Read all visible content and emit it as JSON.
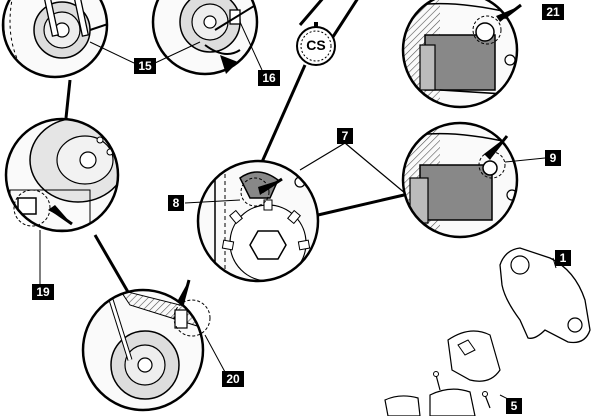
{
  "callouts": {
    "c1": "1",
    "c5": "5",
    "c7": "7",
    "c8": "8",
    "c9": "9",
    "c15": "15",
    "c16": "16",
    "c19": "19",
    "c20": "20",
    "c21": "21"
  },
  "marks": {
    "camshaft": "CS"
  }
}
